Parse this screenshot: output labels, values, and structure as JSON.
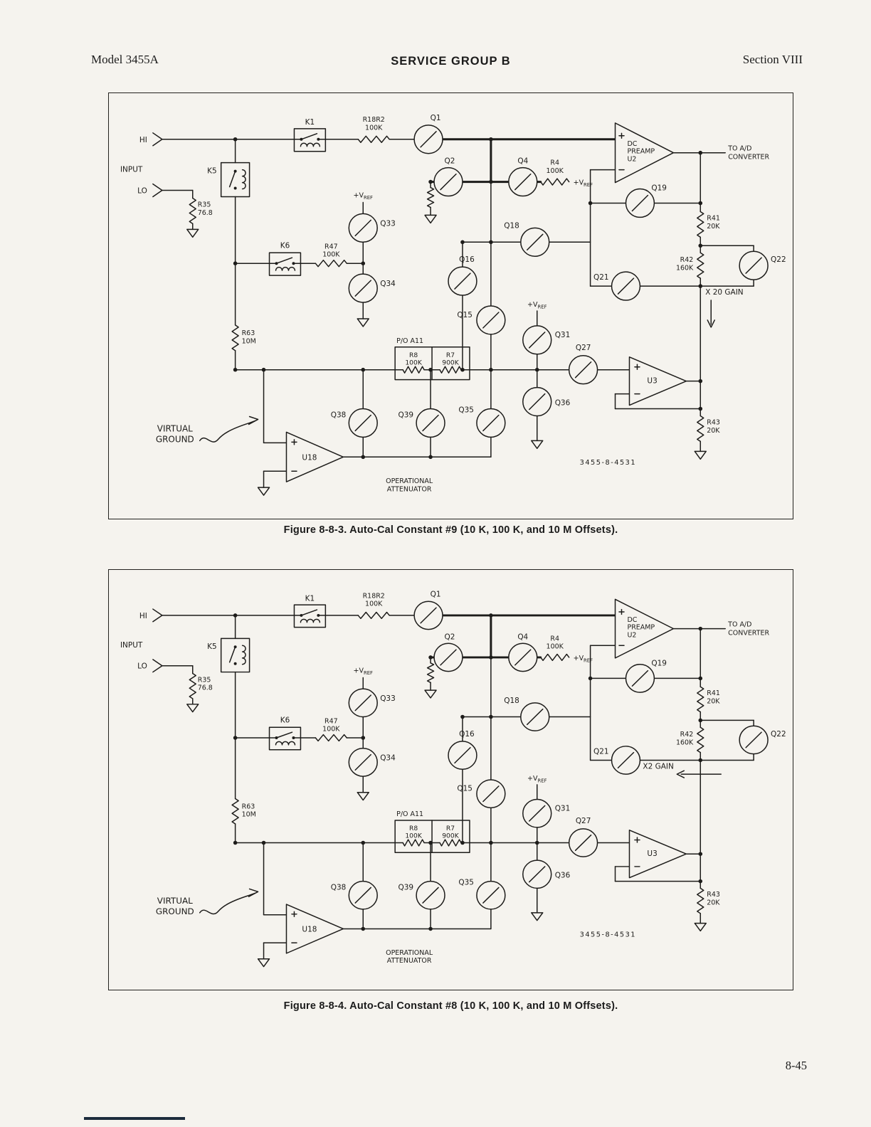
{
  "header": {
    "model": "Model 3455A",
    "group": "SERVICE GROUP B",
    "section": "Section VIII"
  },
  "footer": {
    "page_number": "8-45"
  },
  "fig1": {
    "caption": "Figure 8-8-3. Auto-Cal Constant #9 (10 K, 100 K, and 10 M Offsets).",
    "labels": {
      "hi": "HI",
      "input": "INPUT",
      "lo": "LO",
      "r35": "R35\n76.8",
      "k1": "K1",
      "k5": "K5",
      "k6": "K6",
      "r18r2": "R18R2\n100K",
      "q1": "Q1",
      "q2": "Q2",
      "q4": "Q4",
      "r4": "R4\n100K",
      "vref1": "+VREF",
      "preamp": "DC\nPREAMP\nU2",
      "to_ad": "TO A/D\nCONVERTER",
      "q19": "Q19",
      "r41": "R41\n20K",
      "q18": "Q18",
      "q16": "Q16",
      "q21": "Q21",
      "q22": "Q22",
      "r42": "R42\n160K",
      "gain": "X 20 GAIN",
      "vref2": "+VREF",
      "q33": "Q33",
      "q34": "Q34",
      "r47": "R47\n100K",
      "r63": "R63\n10M",
      "q15": "Q15",
      "vref3": "+VREF",
      "q31": "Q31",
      "q27": "Q27",
      "u3": "U3",
      "po_a11": "P/O A11",
      "r8": "R8\n100K",
      "r7": "R7\n900K",
      "r43": "R43\n20K",
      "q36": "Q36",
      "q38": "Q38",
      "q39": "Q39",
      "q35": "Q35",
      "virtual_ground": "VIRTUAL\nGROUND",
      "u18": "U18",
      "op_attn": "OPERATIONAL\nATTENUATOR",
      "drawing_number": "3455-8-4531"
    }
  },
  "fig2": {
    "caption": "Figure 8-8-4. Auto-Cal Constant #8 (10 K, 100 K, and 10 M Offsets).",
    "labels": {
      "hi": "HI",
      "input": "INPUT",
      "lo": "LO",
      "r35": "R35\n76.8",
      "k1": "K1",
      "k5": "K5",
      "k6": "K6",
      "r18r2": "R18R2\n100K",
      "q1": "Q1",
      "q2": "Q2",
      "q4": "Q4",
      "r4": "R4\n100K",
      "vref1": "+VREF",
      "preamp": "DC\nPREAMP\nU2",
      "to_ad": "TO A/D\nCONVERTER",
      "q19": "Q19",
      "r41": "R41\n20K",
      "q18": "Q18",
      "q16": "Q16",
      "q21": "Q21",
      "q22": "Q22",
      "r42": "R42\n160K",
      "gain": "X2 GAIN",
      "vref2": "+VREF",
      "q33": "Q33",
      "q34": "Q34",
      "r47": "R47\n100K",
      "r63": "R63\n10M",
      "q15": "Q15",
      "vref3": "+VREF",
      "q31": "Q31",
      "q27": "Q27",
      "u3": "U3",
      "po_a11": "P/O A11",
      "r8": "R8\n100K",
      "r7": "R7\n900K",
      "r43": "R43\n20K",
      "q36": "Q36",
      "q38": "Q38",
      "q39": "Q39",
      "q35": "Q35",
      "virtual_ground": "VIRTUAL\nGROUND",
      "u18": "U18",
      "op_attn": "OPERATIONAL\nATTENUATOR",
      "drawing_number": "3455-8-4531"
    }
  }
}
